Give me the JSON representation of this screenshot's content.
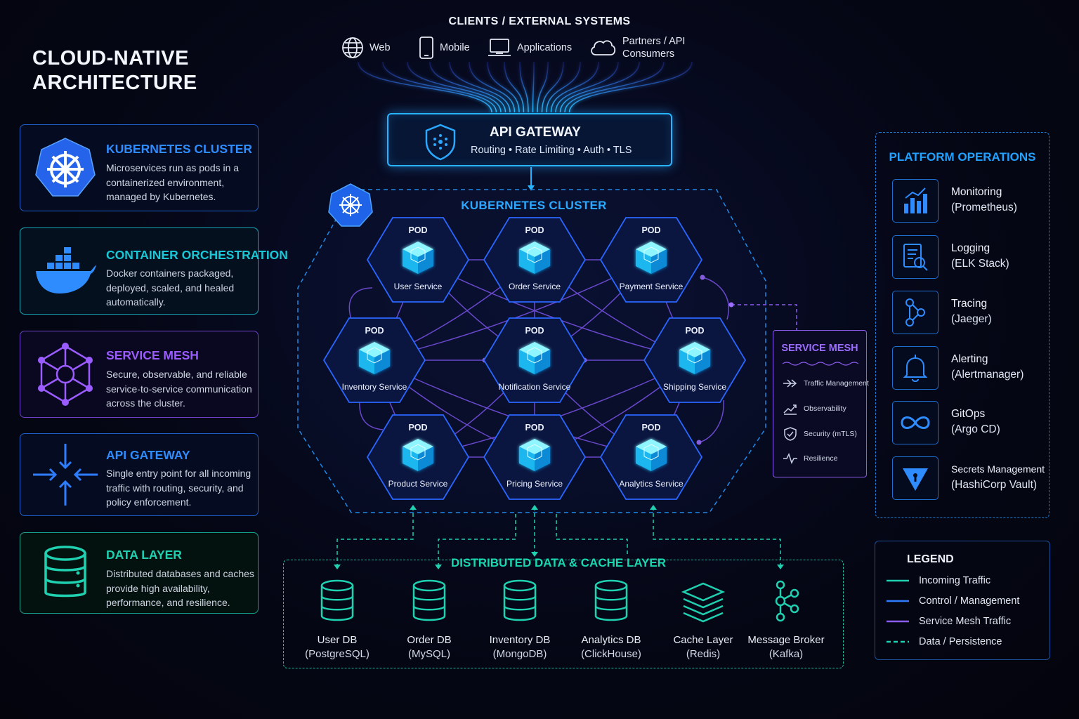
{
  "title": {
    "line1": "CLOUD-NATIVE",
    "line2": "ARCHITECTURE"
  },
  "clients": {
    "title": "CLIENTS / EXTERNAL SYSTEMS",
    "items": [
      {
        "label": "Web",
        "icon": "globe-icon"
      },
      {
        "label": "Mobile",
        "icon": "mobile-icon"
      },
      {
        "label": "Applications",
        "icon": "laptop-icon"
      },
      {
        "label": "Partners / API",
        "label2": "Consumers",
        "icon": "cloud-icon"
      }
    ]
  },
  "left_cards": [
    {
      "title": "KUBERNETES CLUSTER",
      "desc": "Microservices run as pods in a containerized environment, managed by Kubernetes.",
      "icon": "kubernetes-icon",
      "color": "#2f8cff"
    },
    {
      "title": "CONTAINER ORCHESTRATION",
      "desc": "Docker containers packaged, deployed, scaled, and healed automatically.",
      "icon": "docker-icon",
      "color": "#19c7d6"
    },
    {
      "title": "SERVICE MESH",
      "desc": "Secure, observable, and reliable service-to-service communication across the cluster.",
      "icon": "mesh-icon",
      "color": "#9b5cff"
    },
    {
      "title": "API GATEWAY",
      "desc": "Single entry point for all incoming traffic with routing, security, and policy enforcement.",
      "icon": "gateway-arrows-icon",
      "color": "#2f8cff"
    },
    {
      "title": "DATA LAYER",
      "desc": "Distributed databases and caches provide high availability, performance, and resilience.",
      "icon": "database-icon",
      "color": "#1fd1b0"
    }
  ],
  "gateway": {
    "title": "API GATEWAY",
    "subtitle": "Routing • Rate Limiting • Auth • TLS",
    "icon": "shield-icon"
  },
  "cluster": {
    "title": "KUBERNETES CLUSTER",
    "pod_label": "POD",
    "pods": [
      {
        "service": "User Service"
      },
      {
        "service": "Order Service"
      },
      {
        "service": "Payment Service"
      },
      {
        "service": "Inventory Service"
      },
      {
        "service": "Notification Service"
      },
      {
        "service": "Shipping Service"
      },
      {
        "service": "Product Service"
      },
      {
        "service": "Pricing Service"
      },
      {
        "service": "Analytics Service"
      }
    ]
  },
  "service_mesh": {
    "title": "SERVICE MESH",
    "items": [
      {
        "label": "Traffic Management",
        "icon": "route-arrow-icon"
      },
      {
        "label": "Observability",
        "icon": "chart-line-icon"
      },
      {
        "label": "Security (mTLS)",
        "icon": "shield-check-icon"
      },
      {
        "label": "Resilience",
        "icon": "pulse-icon"
      }
    ]
  },
  "platform_ops": {
    "title": "PLATFORM OPERATIONS",
    "items": [
      {
        "name": "Monitoring",
        "sub": "(Prometheus)",
        "icon": "bar-chart-icon"
      },
      {
        "name": "Logging",
        "sub": "(ELK Stack)",
        "icon": "log-search-icon"
      },
      {
        "name": "Tracing",
        "sub": "(Jaeger)",
        "icon": "trace-nodes-icon"
      },
      {
        "name": "Alerting",
        "sub": "(Alertmanager)",
        "icon": "bell-icon"
      },
      {
        "name": "GitOps",
        "sub": "(Argo CD)",
        "icon": "infinity-icon"
      },
      {
        "name": "Secrets Management",
        "sub": "(HashiCorp Vault)",
        "icon": "vault-icon"
      }
    ]
  },
  "data_layer": {
    "title": "DISTRIBUTED DATA & CACHE LAYER",
    "items": [
      {
        "name": "User DB",
        "sub": "(PostgreSQL)",
        "icon": "database-icon"
      },
      {
        "name": "Order DB",
        "sub": "(MySQL)",
        "icon": "database-icon"
      },
      {
        "name": "Inventory DB",
        "sub": "(MongoDB)",
        "icon": "database-icon"
      },
      {
        "name": "Analytics DB",
        "sub": "(ClickHouse)",
        "icon": "database-icon"
      },
      {
        "name": "Cache Layer",
        "sub": "(Redis)",
        "icon": "layers-icon"
      },
      {
        "name": "Message Broker",
        "sub": "(Kafka)",
        "icon": "kafka-icon"
      }
    ]
  },
  "legend": {
    "title": "LEGEND",
    "items": [
      {
        "label": "Incoming Traffic",
        "color": "#1fd1b0",
        "style": "solid"
      },
      {
        "label": "Control / Management",
        "color": "#2f7dff",
        "style": "solid"
      },
      {
        "label": "Service Mesh Traffic",
        "color": "#8a5cf0",
        "style": "solid"
      },
      {
        "label": "Data / Persistence",
        "color": "#1fd1b0",
        "style": "dashed"
      }
    ]
  },
  "colors": {
    "blue": "#2ba8ff",
    "cyan": "#1fd1b0",
    "purple": "#8a5cf0",
    "pod_fill": "#1ec8ff"
  }
}
